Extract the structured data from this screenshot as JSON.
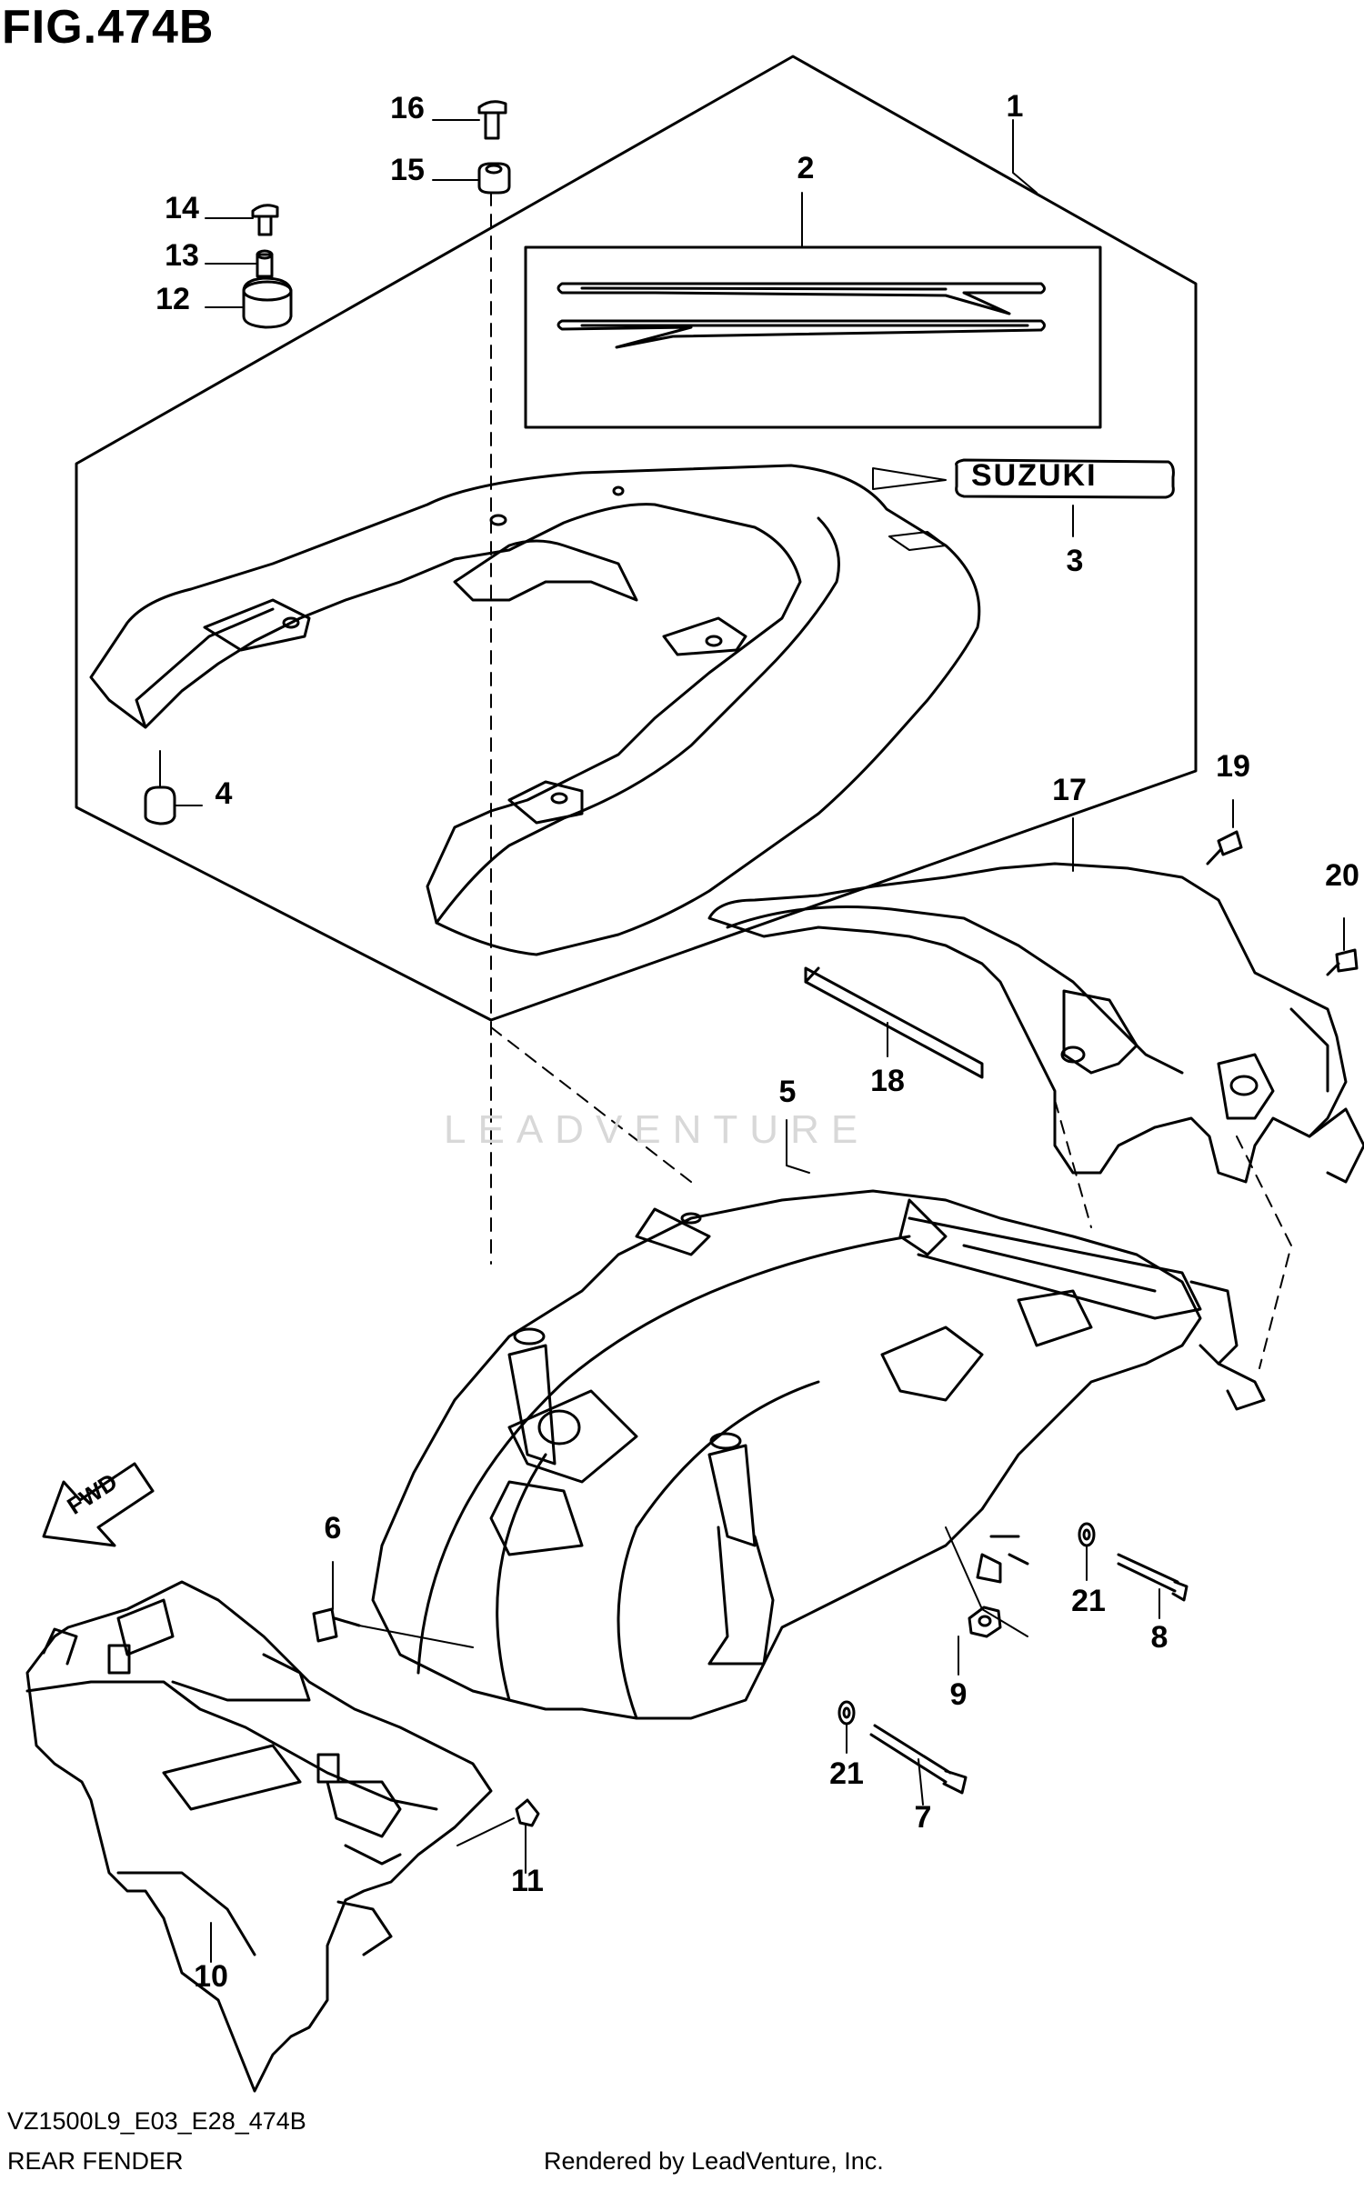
{
  "figure": {
    "title": "FIG.474B",
    "model_code": "VZ1500L9_E03_E28_474B",
    "section_name": "REAR FENDER",
    "render_credit": "Rendered by LeadVenture, Inc.",
    "watermark": "LEADVENTURE",
    "fwd_label": "FWD",
    "brand_badge": "SUZUKI"
  },
  "callouts": [
    {
      "ref": "1"
    },
    {
      "ref": "2"
    },
    {
      "ref": "3"
    },
    {
      "ref": "4"
    },
    {
      "ref": "5"
    },
    {
      "ref": "6"
    },
    {
      "ref": "7"
    },
    {
      "ref": "8"
    },
    {
      "ref": "9"
    },
    {
      "ref": "10"
    },
    {
      "ref": "11"
    },
    {
      "ref": "12"
    },
    {
      "ref": "13"
    },
    {
      "ref": "14"
    },
    {
      "ref": "15"
    },
    {
      "ref": "16"
    },
    {
      "ref": "17"
    },
    {
      "ref": "18"
    },
    {
      "ref": "19"
    },
    {
      "ref": "20"
    },
    {
      "ref": "21"
    },
    {
      "ref": "21"
    }
  ],
  "colors": {
    "line": "#000000",
    "background": "#ffffff",
    "watermark": "#d8d8d8"
  }
}
